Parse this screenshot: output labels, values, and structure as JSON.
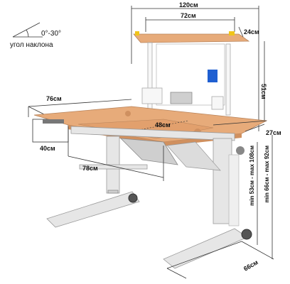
{
  "angle": {
    "label": "угол наклона",
    "range": "0°-30°"
  },
  "dimensions": {
    "total_width": "120см",
    "shelf_width": "72см",
    "shelf_depth": "24см",
    "shelf_height": "51см",
    "desk_depth": "76см",
    "side_tray": "40см",
    "tilt_section": "48см",
    "fixed_section": "27см",
    "knee_width": "78см",
    "height_range_top": "min 53см - max 108см",
    "height_range_desk": "min 66см - max 92см",
    "base_depth": "66см"
  },
  "colors": {
    "wood": "#e7ab7a",
    "frame": "#e6e6e6",
    "accent_yellow": "#f0c419",
    "accent_blue": "#1f5fd1"
  }
}
